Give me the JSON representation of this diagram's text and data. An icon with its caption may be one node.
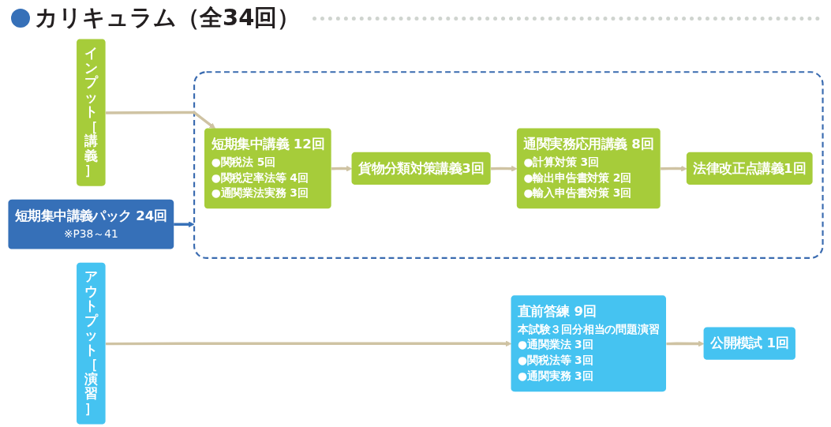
{
  "diagram": {
    "title": "カリキュラム（全34回）",
    "nodes": [
      {
        "text": [
          "インプット［講義］"
        ]
      },
      {
        "text": [],
        "shape": "box"
      },
      {
        "text": [
          "短期集中講義 12回",
          "●関税法 5回",
          "●関税定率法等 4回",
          "●通関業法実務 3回"
        ],
        "in": 1
      },
      {
        "text": [
          "貨物分類対策講義3回"
        ],
        "in": 1
      },
      {
        "text": [
          "通関実務応用講義 8回",
          "●計算対策 3回",
          "●輸出申告書対策 2回",
          "●輸入申告書対策 3回"
        ],
        "in": 1
      },
      {
        "text": [
          "法律改正点講義1回"
        ],
        "in": 1
      },
      {
        "text": [
          "アウトプット［演習］"
        ]
      },
      {
        "text": [
          "短期集中講義パック 24回",
          "※P38～41"
        ]
      },
      {
        "text": [
          "直前答練 9回",
          "本試験３回分相当の問題演習",
          "●通関業法 3回",
          "●関税法等 3回",
          "●通関実務 3回"
        ]
      },
      {
        "text": [
          "公開模試 1回"
        ]
      }
    ],
    "edges": [
      {
        "from": 0,
        "to": 2,
        "arrow": "to"
      },
      {
        "from": 2,
        "to": 3,
        "arrow": "to"
      },
      {
        "from": 3,
        "to": 4,
        "arrow": "to"
      },
      {
        "from": 4,
        "to": 5,
        "arrow": "to"
      },
      {
        "from": 7,
        "to": 1,
        "arrow": "to",
        "color": "#3670b8"
      },
      {
        "from": 6,
        "to": 8,
        "arrow": "to"
      },
      {
        "from": 8,
        "to": 9,
        "arrow": "to"
      }
    ]
  }
}
